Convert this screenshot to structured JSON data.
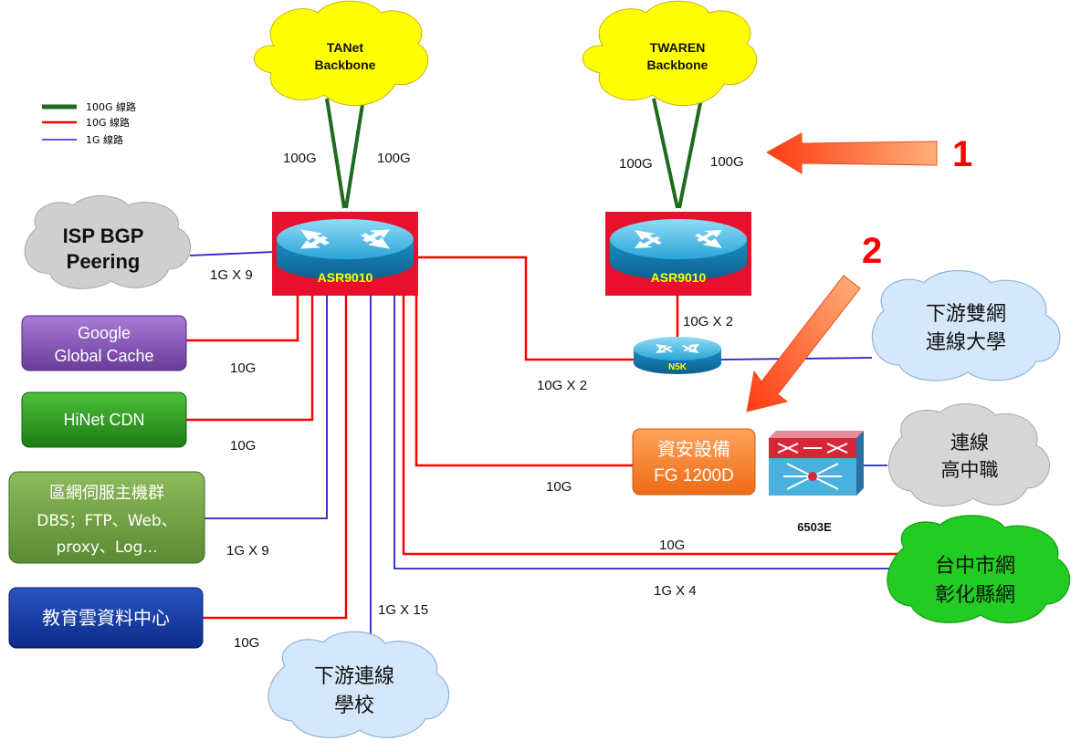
{
  "clouds": {
    "tanet": [
      "TANet",
      "Backbone"
    ],
    "twaren": [
      "TWAREN",
      "Backbone"
    ],
    "isp": [
      "ISP BGP",
      "Peering"
    ],
    "downstream_dual": [
      "下游雙網",
      "連線大學"
    ],
    "highschool": [
      "連線",
      "高中職"
    ],
    "taichung": [
      "台中市網",
      "彰化縣網"
    ],
    "downstream_schools": [
      "下游連線",
      "學校"
    ]
  },
  "legend": {
    "g100": "100G 線路",
    "g10": "10G 線路",
    "g1": "1G 線路"
  },
  "routers": {
    "left": "ASR9010",
    "right": "ASR9010",
    "n5k": "N5K",
    "switch": "6503E"
  },
  "boxes": {
    "google": [
      "Google",
      "Global Cache"
    ],
    "hinet": "HiNet CDN",
    "servers": [
      "區網伺服主機群",
      "DBS；FTP、Web、",
      "proxy、Log..."
    ],
    "edu_cloud": "教育雲資料中心",
    "firewall": [
      "資安設備",
      "FG 1200D"
    ]
  },
  "links": {
    "tanet_l": "100G",
    "tanet_r": "100G",
    "twaren_l": "100G",
    "twaren_r": "100G",
    "isp": "1G X 9",
    "google": "10G",
    "hinet": "10G",
    "servers": "1G X 9",
    "edu_cloud": "10G",
    "schools": "1G X 15",
    "n5k_up": "10G X 2",
    "n5k_left": "10G X 2",
    "firewall": "10G",
    "taichung_10g": "10G",
    "taichung_1g": "1G X 4"
  },
  "annotations": {
    "one": "1",
    "two": "2"
  },
  "colors": {
    "line_100g": "#1e6b1e",
    "line_10g": "#ff0000",
    "line_1g": "#2222cc",
    "cloud_yellow": "#ffff00",
    "cloud_blue": "#d5e8fb",
    "cloud_gray": "#cfcfcf",
    "cloud_green": "#22cc22",
    "router_red": "#e8112d",
    "router_blue": "#2aa5d6",
    "arrow": "#ff5a2a"
  }
}
